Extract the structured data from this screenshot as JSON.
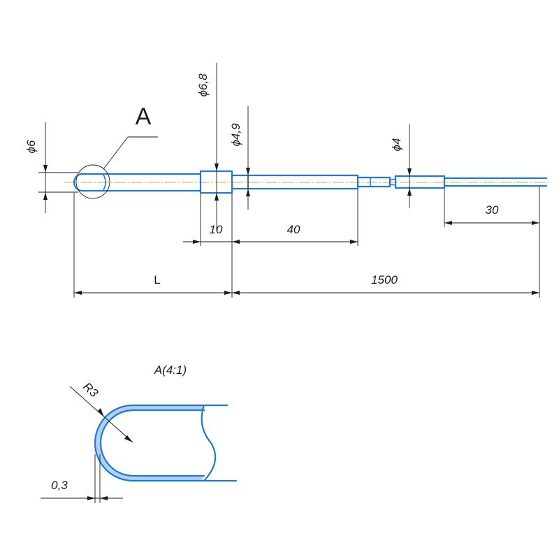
{
  "view_label": "A",
  "detail_title": "A(4:1)",
  "dimensions": {
    "d_tip": "ϕ6",
    "d_collar": "ϕ6,8",
    "d_shaft": "ϕ4,9",
    "d_wire": "ϕ4",
    "len_collar": "10",
    "len_shaft": "40",
    "len_wire_end": "30",
    "len_probe": "L",
    "len_cable": "1500"
  },
  "detail": {
    "radius": "R3",
    "wall": "0,3"
  },
  "colors": {
    "part_outline": "#1f78d1",
    "center_axis": "#d9a441",
    "dimension_lines": "#1a1a1a"
  }
}
